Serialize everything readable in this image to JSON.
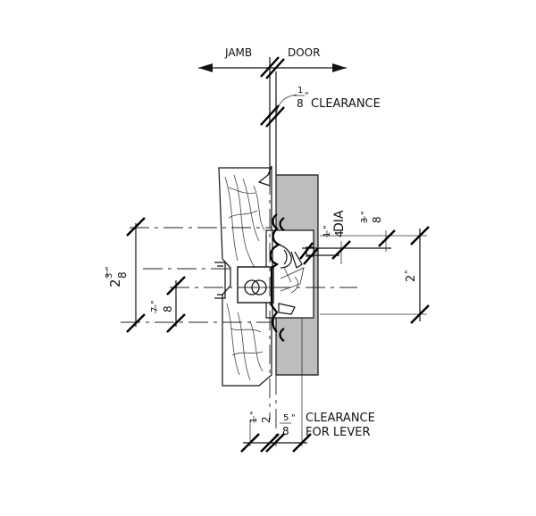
{
  "labels": {
    "jamb": "JAMB",
    "door": "DOOR",
    "clearance_top": "CLEARANCE",
    "dia": "DIA",
    "clearance_bottom_line1": "CLEARANCE",
    "clearance_bottom_line2": "FOR LEVER"
  },
  "dimensions": {
    "top_clearance": {
      "num": "1",
      "den": "8",
      "unit": "\""
    },
    "hole_dia": {
      "num": "1",
      "den": "4",
      "unit": "\""
    },
    "offset_3_8": {
      "num": "3",
      "den": "8",
      "unit": "\""
    },
    "right_2": {
      "whole": "2",
      "unit": "\""
    },
    "left_2_3_8": {
      "whole": "2",
      "num": "3",
      "den": "8",
      "unit": "\""
    },
    "left_7_8": {
      "num": "7",
      "den": "8",
      "unit": "\""
    },
    "bottom_1_2": {
      "num": "1",
      "den": "2",
      "unit": "\""
    },
    "bottom_5_8": {
      "num": "5",
      "den": "8",
      "unit": "\""
    }
  },
  "colors": {
    "door_fill": "#bdbdbd",
    "line": "#111111",
    "background": "#ffffff"
  }
}
